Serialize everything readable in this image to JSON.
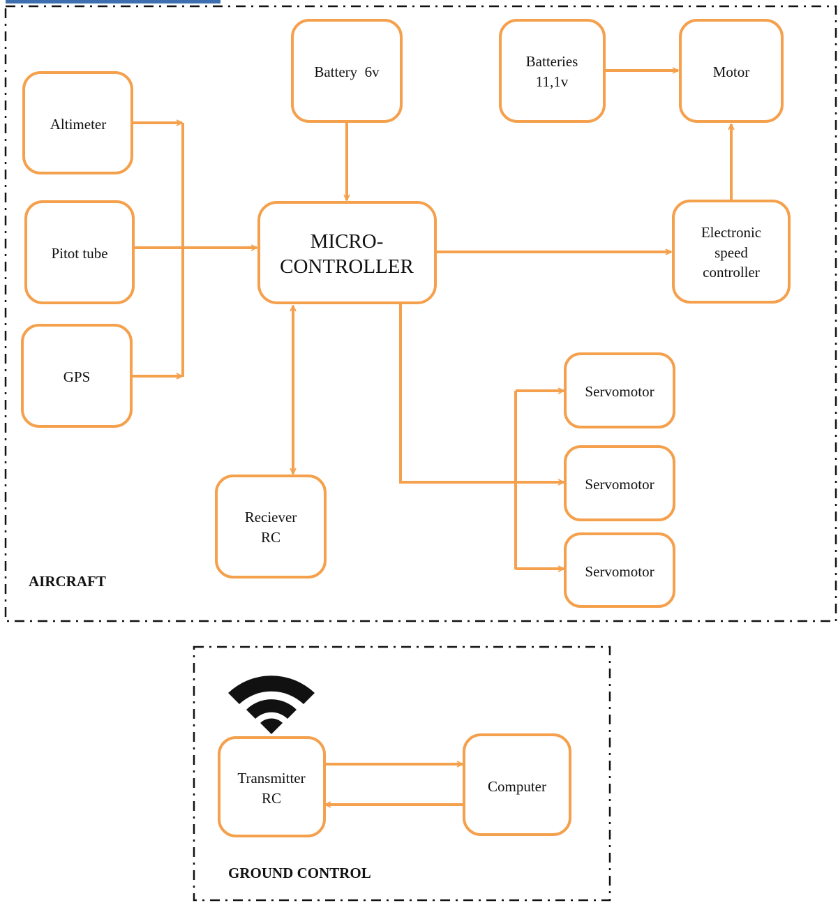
{
  "regions": {
    "aircraft_label": "AIRCRAFT",
    "ground_label": "GROUND CONTROL"
  },
  "blocks": {
    "altimeter": "Altimeter",
    "pitot": "Pitot tube",
    "gps": "GPS",
    "battery6v": "Battery  6v",
    "batteries_line1": "Batteries",
    "batteries_line2": "11,1v",
    "motor": "Motor",
    "mcu_line1": "MICRO-",
    "mcu_line2": "CONTROLLER",
    "esc_line1": "Electronic",
    "esc_line2": "speed",
    "esc_line3": "controller",
    "servo1": "Servomotor",
    "servo2": "Servomotor",
    "servo3": "Servomotor",
    "receiver_line1": "Reciever",
    "receiver_line2": "RC",
    "transmitter_line1": "Transmitter",
    "transmitter_line2": "RC",
    "computer": "Computer"
  },
  "icons": {
    "wireless": "wifi-signal-icon"
  },
  "colors": {
    "block_stroke": "#f4a04c",
    "frame_stroke": "#111111",
    "corner_accent": "#3d6fb0"
  }
}
